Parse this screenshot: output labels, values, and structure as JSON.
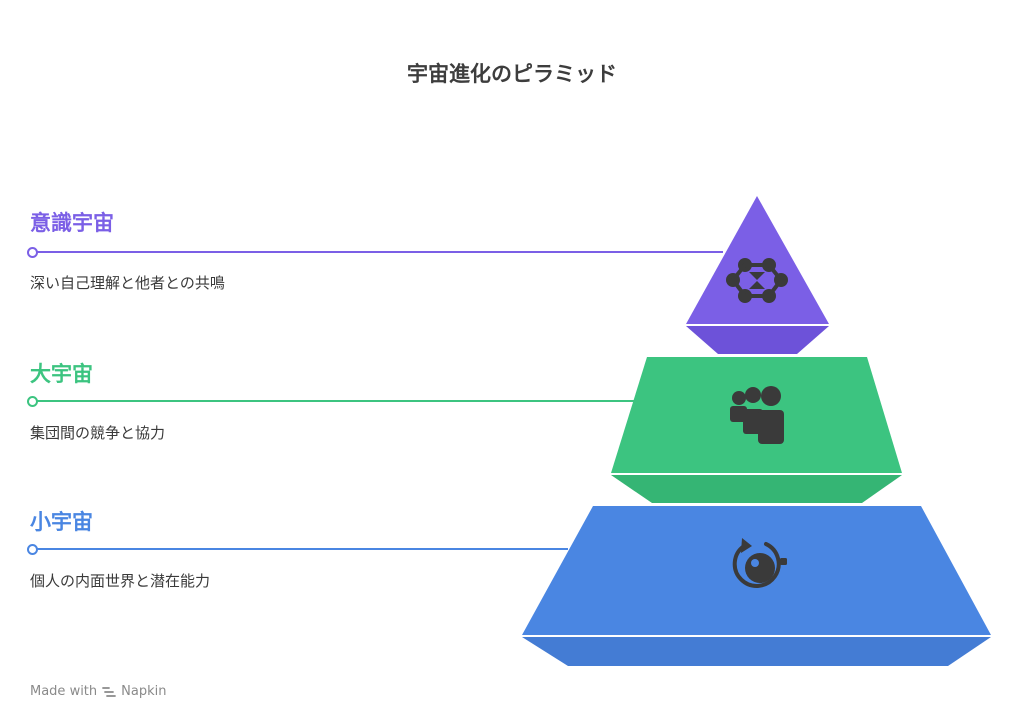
{
  "title": "宇宙進化のピラミッド",
  "levels": [
    {
      "label": "意識宇宙",
      "description": "深い自己理解と他者との共鳴",
      "color": "#7b5fe6",
      "icon": "network-nodes-icon"
    },
    {
      "label": "大宇宙",
      "description": "集団間の競争と協力",
      "color": "#3cc480",
      "icon": "group-of-people-icon"
    },
    {
      "label": "小宇宙",
      "description": "個人の内面世界と潜在能力",
      "color": "#4a86e2",
      "icon": "circular-arrow-sphere-icon"
    }
  ],
  "footer": {
    "made_with": "Made with",
    "brand": "Napkin"
  }
}
